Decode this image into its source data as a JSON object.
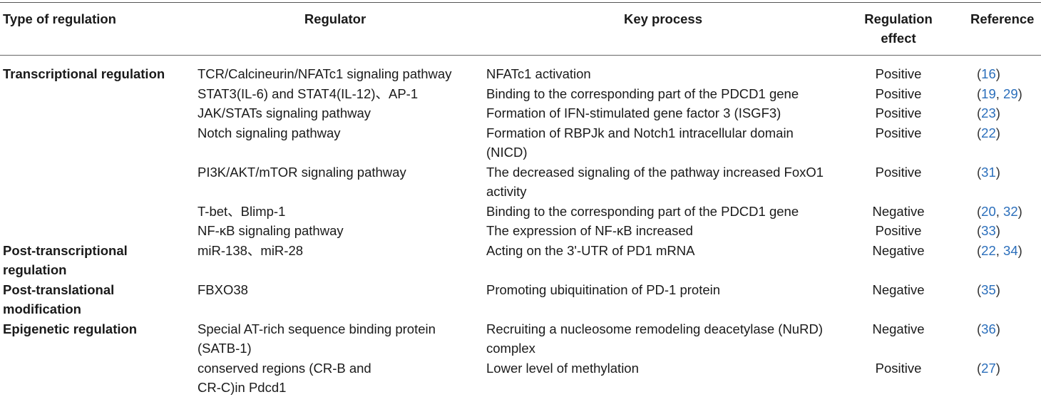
{
  "headers": {
    "type": "Type of regulation",
    "regulator": "Regulator",
    "process": "Key process",
    "effect_line1": "Regulation",
    "effect_line2": "effect",
    "reference": "Reference"
  },
  "rows": [
    {
      "group": [
        "Transcriptional regulation"
      ],
      "regulator": [
        "TCR/Calcineurin/NFATc1 signaling pathway"
      ],
      "process": [
        "NFATc1 activation"
      ],
      "effect": "Positive",
      "refs": [
        "16"
      ]
    },
    {
      "group": [],
      "regulator": [
        "STAT3(IL-6) and STAT4(IL-12)、AP-1"
      ],
      "process": [
        "Binding to the corresponding part of the PDCD1 gene"
      ],
      "effect": "Positive",
      "refs": [
        "19",
        "29"
      ]
    },
    {
      "group": [],
      "regulator": [
        "JAK/STATs signaling pathway"
      ],
      "process": [
        "Formation of IFN-stimulated gene factor 3 (ISGF3)"
      ],
      "effect": "Positive",
      "refs": [
        "23"
      ]
    },
    {
      "group": [],
      "regulator": [
        "Notch signaling pathway"
      ],
      "process": [
        "Formation of RBPJk and Notch1 intracellular domain",
        "(NICD)"
      ],
      "effect": "Positive",
      "refs": [
        "22"
      ]
    },
    {
      "group": [],
      "regulator": [
        "PI3K/AKT/mTOR signaling pathway"
      ],
      "process": [
        "The decreased signaling of the pathway increased FoxO1",
        "activity"
      ],
      "effect": "Positive",
      "refs": [
        "31"
      ]
    },
    {
      "group": [],
      "regulator": [
        "T-bet、Blimp-1"
      ],
      "process": [
        "Binding to the corresponding part of the PDCD1 gene"
      ],
      "effect": "Negative",
      "refs": [
        "20",
        "32"
      ]
    },
    {
      "group": [],
      "regulator": [
        "NF-κB signaling pathway"
      ],
      "process": [
        "The expression of NF-κB increased"
      ],
      "effect": "Positive",
      "refs": [
        "33"
      ]
    },
    {
      "group": [
        "Post-transcriptional",
        "regulation"
      ],
      "regulator": [
        "miR-138、miR-28"
      ],
      "process": [
        "Acting on the 3'-UTR of PD1 mRNA"
      ],
      "effect": "Negative",
      "refs": [
        "22",
        "34"
      ]
    },
    {
      "group": [
        "Post-translational",
        "modification"
      ],
      "regulator": [
        "FBXO38"
      ],
      "process": [
        "Promoting ubiquitination of PD-1 protein"
      ],
      "effect": "Negative",
      "refs": [
        "35"
      ]
    },
    {
      "group": [
        "Epigenetic regulation"
      ],
      "regulator": [
        "Special AT-rich sequence binding protein",
        "(SATB-1)"
      ],
      "process": [
        "Recruiting a nucleosome remodeling deacetylase (NuRD)",
        "complex"
      ],
      "effect": "Negative",
      "refs": [
        "36"
      ]
    },
    {
      "group": [],
      "regulator": [
        "conserved regions (CR-B and",
        "CR-C)in Pdcd1"
      ],
      "process": [
        "Lower level of methylation"
      ],
      "effect": "Positive",
      "refs": [
        "27"
      ]
    }
  ]
}
